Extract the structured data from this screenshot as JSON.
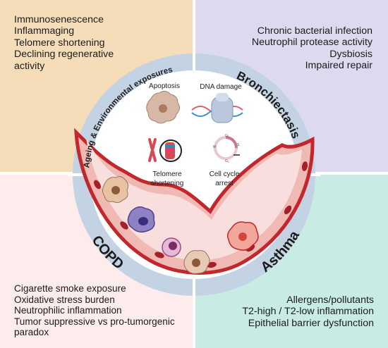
{
  "colors": {
    "top_left_bg": "#f6ddb9",
    "top_right_bg": "#ddd9ef",
    "bottom_left_bg": "#fdeceb",
    "bottom_right_bg": "#c8ece3",
    "ring": "#c4d3e4",
    "lumen": "#f8dedd",
    "wall": "#c1272d"
  },
  "quadrants": {
    "ageing": {
      "lines": [
        "Immunosenescence",
        "Inflammaging",
        "Telomere shortening",
        "Declining regenerative",
        "activity"
      ]
    },
    "bronchiectasis": {
      "lines": [
        "Chronic bacterial infection",
        "Neutrophil protease activity",
        "Dysbiosis",
        "Impaired repair"
      ]
    },
    "copd": {
      "lines": [
        "Cigarette smoke exposure",
        "Oxidative stress burden",
        "Neutrophilic inflammation",
        "Tumor suppressive vs pro-tumorgenic",
        "paradox"
      ]
    },
    "asthma": {
      "lines": [
        "Allergens/pollutants",
        "T2-high / T2-low inflammation",
        "Epithelial barrier dysfunction"
      ]
    }
  },
  "ring_labels": {
    "ageing": "Ageing & Environmental exposures",
    "bronchiectasis": "Bronchiectasis",
    "copd": "COPD",
    "asthma": "Asthma"
  },
  "hallmarks": {
    "apoptosis": "Apoptosis",
    "dna_damage": "DNA damage",
    "telomere_line1": "Telomere",
    "telomere_line2": "shortening",
    "cell_cycle_line1": "Cell cycle",
    "cell_cycle_line2": "arrest",
    "cell_cycle_phases": [
      "G₁",
      "S",
      "G₂",
      "M"
    ]
  }
}
